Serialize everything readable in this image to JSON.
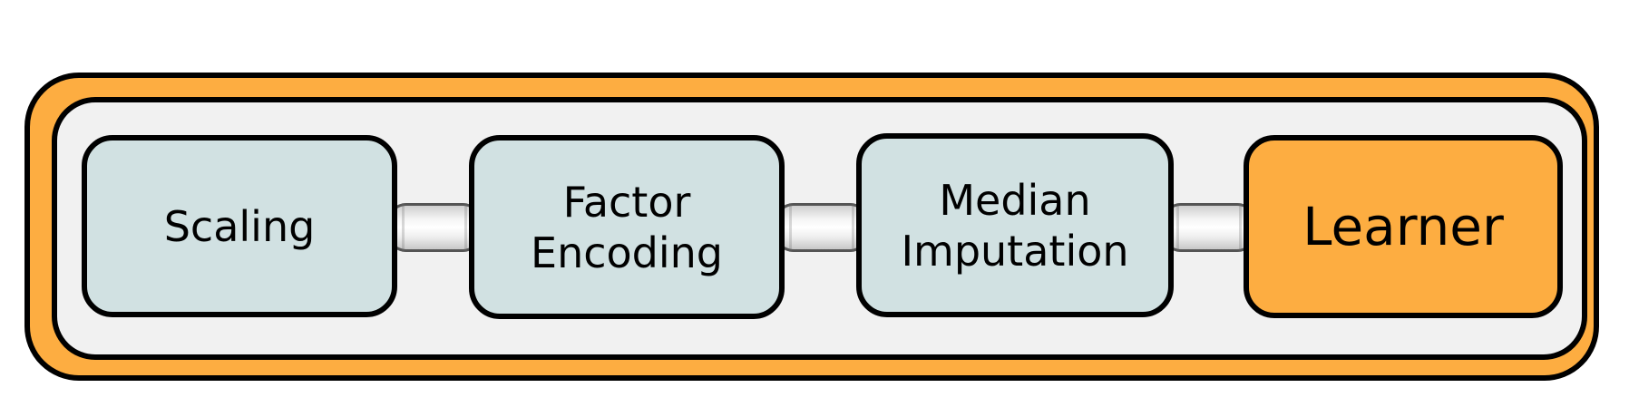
{
  "pipeline": {
    "steps": [
      {
        "label": "Scaling",
        "color": "#D1E1E2"
      },
      {
        "label": "Factor\nEncoding",
        "color": "#D1E1E2"
      },
      {
        "label": "Median\nImputation",
        "color": "#D1E1E2"
      },
      {
        "label": "Learner",
        "color": "#FDAD41"
      }
    ],
    "outer_color": "#FDAD41",
    "inner_color": "#F1F1F1",
    "connector_color": "#EDEDED"
  }
}
